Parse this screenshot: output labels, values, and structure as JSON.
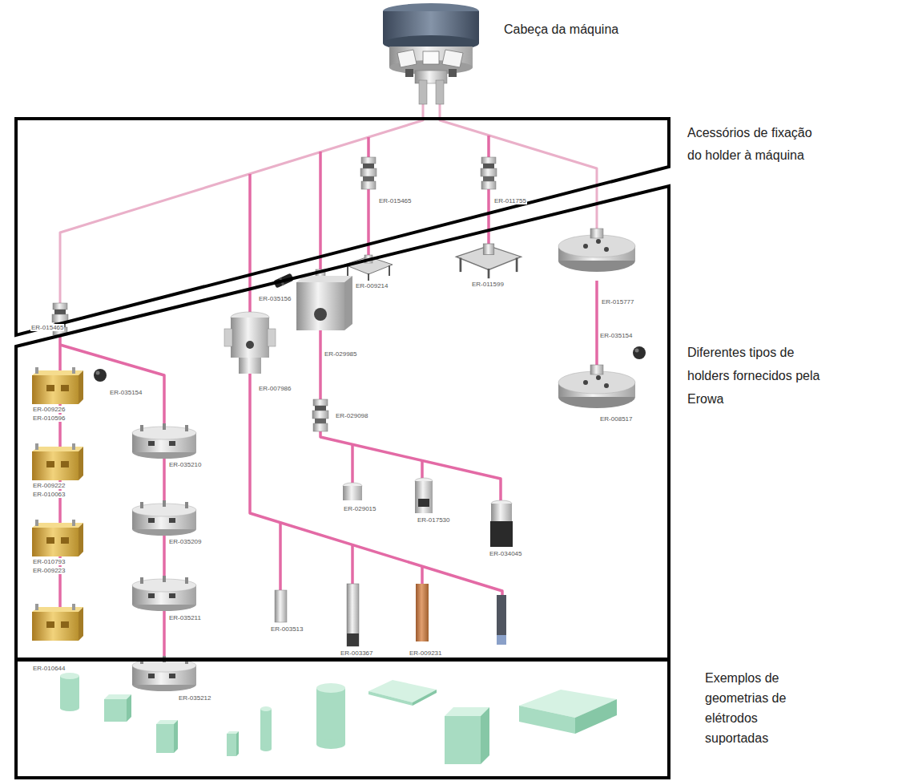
{
  "diagram": {
    "nodes": [
      {
        "text": [
          "Acessórios de fixação do holder à máquina"
        ]
      },
      {
        "text": [
          "Diferentes tipos de holders fornecidos pela Erowa"
        ]
      },
      {
        "text": [
          "Exemplos de geometrias de elétrodos suportadas"
        ]
      }
    ],
    "labels": [
      "Cabeça da máquina",
      "ER-015465",
      "ER-011755",
      "ER-015465",
      "ER-035156",
      "ER-009214",
      "ER-011599",
      "ER-015777",
      "ER-035154",
      "ER-029985",
      "ER-035154",
      "ER-007986",
      "ER-008517",
      "ER-029098",
      "ER-009226",
      "ER-010596",
      "ER-035210",
      "ER-009222",
      "ER-010063",
      "ER-029015",
      "ER-017530",
      "ER-035209",
      "ER-034045",
      "ER-010793",
      "ER-009223",
      "ER-035211",
      "ER-003513",
      "ER-003367",
      "ER-009231",
      "ER-010644",
      "ER-035212"
    ]
  }
}
